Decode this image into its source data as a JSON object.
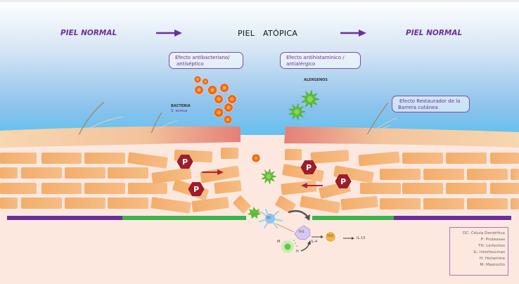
{
  "header": {
    "left_label": "PIEL NORMAL",
    "title_part1": "PIEL",
    "title_part2": "ATÓPICA",
    "right_label": "PIEL NORMAL"
  },
  "callouts": {
    "antibacterial": [
      "Efecto antibacteriano/",
      "antiséptico"
    ],
    "antihistamine": [
      "Efecto antihistaminico /",
      "antialérgico"
    ],
    "barrier": [
      "Efecto Restaurador de la",
      "Barrera cutánea"
    ]
  },
  "labels": {
    "bacteria": "BACTERIA",
    "bacteria_species": "S. aureus",
    "allergens": "ALERGENOS",
    "protease": "P",
    "dc": "DC",
    "th1": "TH1",
    "th2": "TH2",
    "il4": "IL-4",
    "il13": "IL-13",
    "mast": "M",
    "histamine": "H"
  },
  "legend": [
    "DC: Célula Dendrítica",
    "P: Proteasas",
    "TH: Linfocitos",
    "IL: Interleucinas",
    "H: Histamina",
    "M: Mastocito"
  ],
  "colors": {
    "purple": "#6b2f9a",
    "green": "#3bb54a",
    "brick": "#f0a860",
    "protease": "#9e1c2c",
    "skin_bg": "#fde8e0"
  }
}
